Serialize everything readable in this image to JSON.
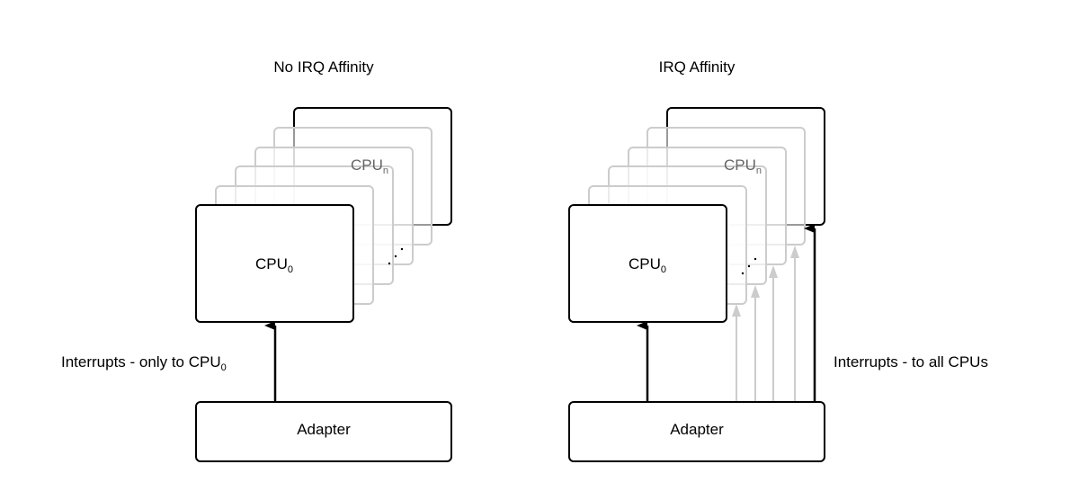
{
  "diagrams": [
    {
      "title": "No IRQ Affinity",
      "cpu0_label": "CPU",
      "cpu0_sub": "0",
      "cpun_label": "CPU",
      "cpun_sub": "n",
      "adapter_label": "Adapter",
      "interrupt_label": "Interrupts - only to CPU",
      "interrupt_sub": "0",
      "arrows_to_all": false
    },
    {
      "title": "IRQ Affinity",
      "cpu0_label": "CPU",
      "cpu0_sub": "0",
      "cpun_label": "CPU",
      "cpun_sub": "n",
      "adapter_label": "Adapter",
      "interrupt_label": "Interrupts - to all CPUs",
      "interrupt_sub": "",
      "arrows_to_all": true
    }
  ],
  "colors": {
    "stroke": "#000000",
    "faded_stroke": "#cccccc",
    "faded_text": "#666666"
  }
}
